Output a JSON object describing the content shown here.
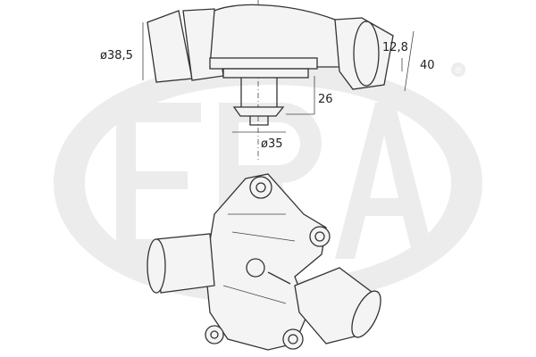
{
  "logo": {
    "text": "ERA",
    "registered_mark": "®",
    "color": "#ececec"
  },
  "dimensions": {
    "inlet_diameter": "ø38,5",
    "outlet_offset": "12,8",
    "outlet_height": "40",
    "valve_depth": "26",
    "valve_diameter": "ø35"
  }
}
